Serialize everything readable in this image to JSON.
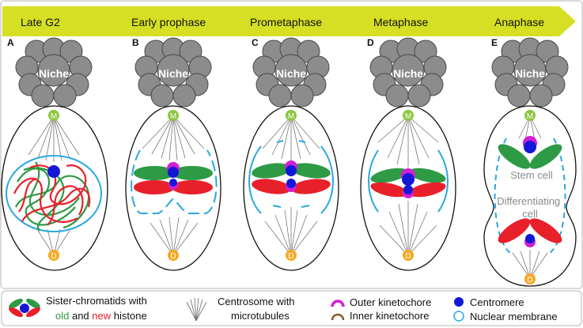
{
  "stages": [
    {
      "letter": "A",
      "label": "Late G2"
    },
    {
      "letter": "B",
      "label": "Early prophase"
    },
    {
      "letter": "C",
      "label": "Prometaphase"
    },
    {
      "letter": "D",
      "label": "Metaphase"
    },
    {
      "letter": "E",
      "label": "Anaphase"
    }
  ],
  "niche_label": "Niche",
  "mother_centrosome_label": "M",
  "daughter_centrosome_label": "D",
  "stem_cell_label": "Stem cell",
  "differentiating_cell_label": "Differentiating cell",
  "legend": {
    "chromatids_line1": "Sister-chromatids with",
    "chromatids_old": "old",
    "chromatids_and": " and ",
    "chromatids_new": "new",
    "chromatids_histone": " histone",
    "centrosome_line1": "Centrosome with",
    "centrosome_line2": "microtubules",
    "outer_kinetochore": "Outer kinetochore",
    "inner_kinetochore": "Inner kinetochore",
    "centromere": "Centromere",
    "nuclear_membrane": "Nuclear membrane"
  },
  "colors": {
    "arrow": "#d6df23",
    "niche": "#8c8c8c",
    "old_histone": "#2e9a45",
    "new_histone": "#e8202a",
    "centromere": "#1418d6",
    "outer_kinetochore": "#d11fd4",
    "inner_kinetochore": "#8a5a2b",
    "nuclear_membrane": "#29a8e0",
    "mother_centrosome": "#8cc63f",
    "daughter_centrosome": "#f7a823"
  }
}
